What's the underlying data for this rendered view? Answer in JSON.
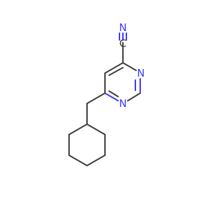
{
  "molecule": {
    "atoms": {
      "nitrile_n": "N",
      "nitrile_c": "C",
      "ring_n3": "N",
      "ring_n1": "N"
    }
  },
  "colors": {
    "bond": "#3d3d3d",
    "nitrogen": "#3a3aff",
    "background": "#ffffff"
  }
}
